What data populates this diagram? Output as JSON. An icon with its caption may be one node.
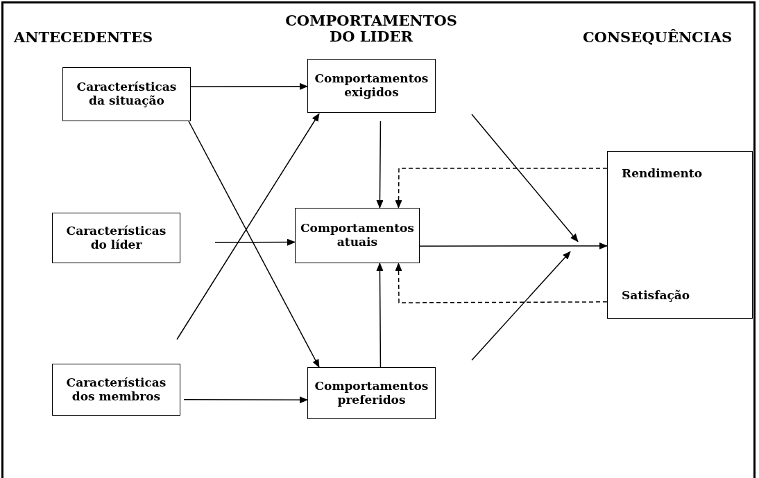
{
  "diagram": {
    "nodes": [
      {
        "text": [
          "Características da situação"
        ]
      },
      {
        "text": [
          "Comportamentos exigidos"
        ]
      },
      {
        "text": [
          "Características do líder"
        ]
      },
      {
        "text": [
          "Comportamentos atuais"
        ]
      },
      {
        "text": [
          "Características dos membros"
        ]
      },
      {
        "text": [
          "Comportamentos preferidos"
        ]
      },
      {
        "text": [
          "Rendimento",
          "Satisfação"
        ]
      }
    ],
    "edges": [
      {
        "from": 0,
        "to": 1,
        "arrow": "to"
      },
      {
        "from": 0,
        "to": 5,
        "arrow": "to"
      },
      {
        "from": 4,
        "to": 1,
        "arrow": "to"
      },
      {
        "from": 2,
        "to": 3,
        "arrow": "to"
      },
      {
        "from": 1,
        "to": 3,
        "arrow": "to"
      },
      {
        "from": 5,
        "to": 3,
        "arrow": "to"
      },
      {
        "from": 4,
        "to": 5,
        "arrow": "to"
      },
      {
        "from": 1,
        "to": 6,
        "arrow": "to"
      },
      {
        "from": 3,
        "to": 6,
        "arrow": "to"
      },
      {
        "from": 5,
        "to": 6,
        "arrow": "to"
      },
      {
        "from": 6,
        "to": 3,
        "arrow": "to",
        "style": "dashed"
      },
      {
        "from": 6,
        "to": 3,
        "arrow": "to",
        "style": "dashed"
      }
    ],
    "labels": [
      "ANTECEDENTES",
      "COMPORTAMENTOS DO LIDER",
      "CONSEQUÊNCIAS"
    ]
  }
}
